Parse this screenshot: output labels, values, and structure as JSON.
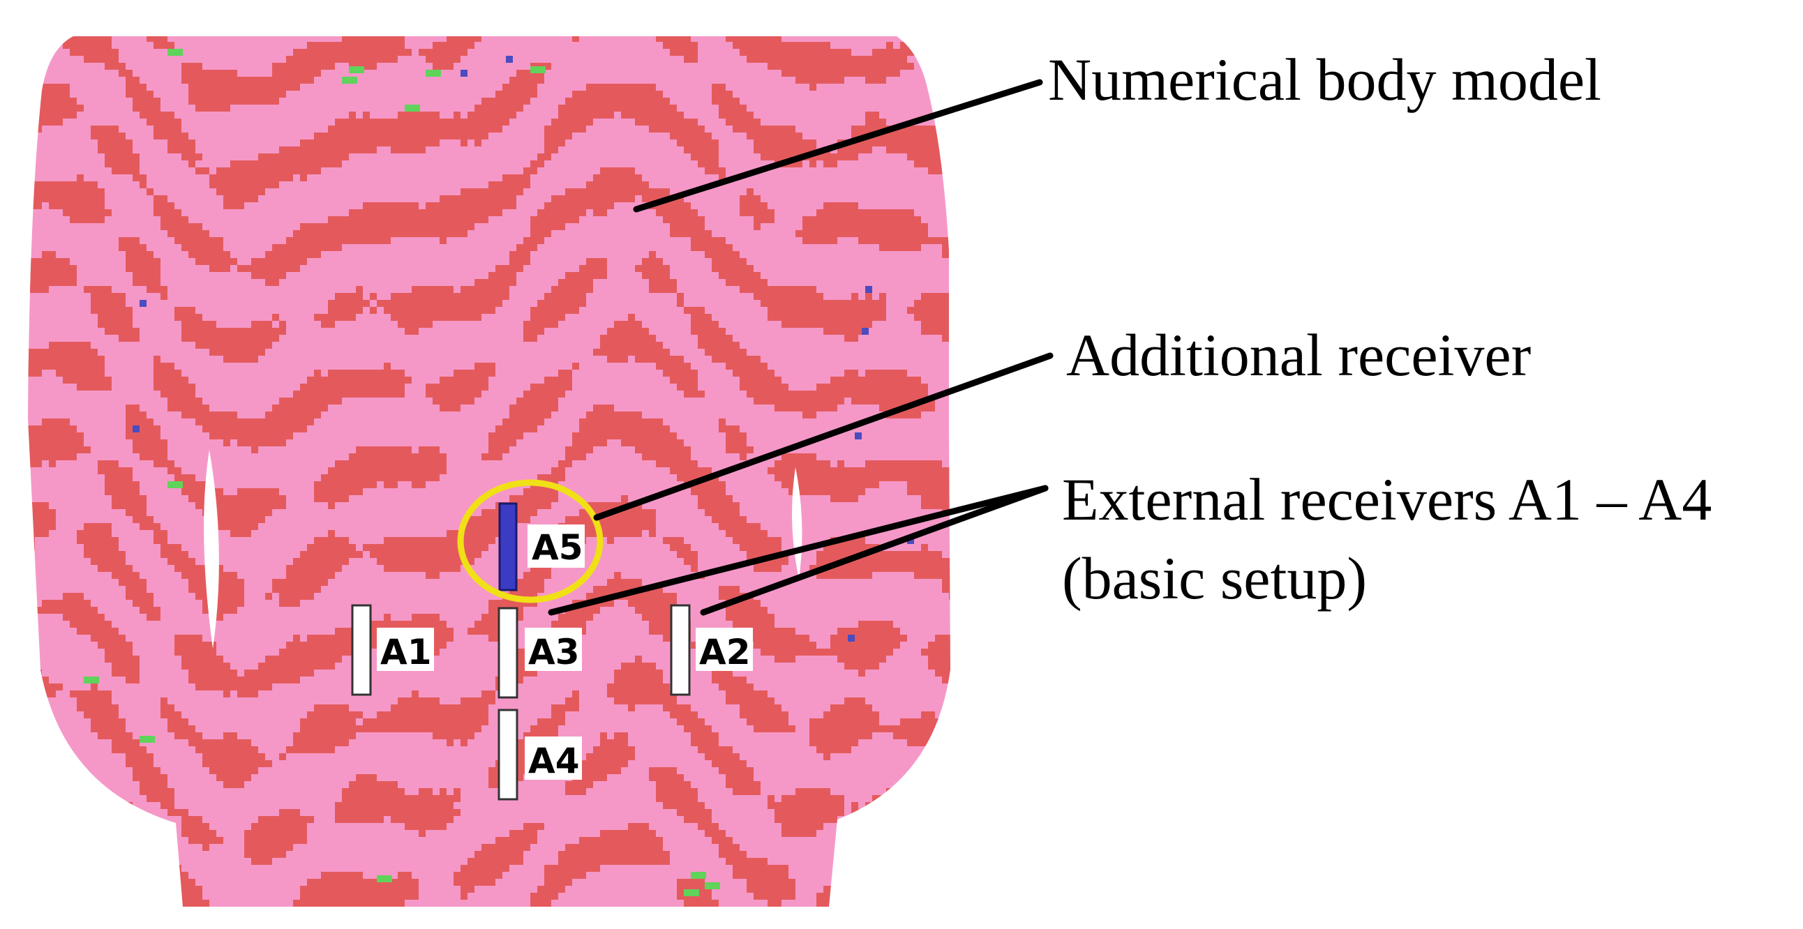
{
  "callouts": {
    "body_model": "Numerical body model",
    "additional_receiver": "Additional receiver",
    "external_receivers_line1": "External receivers A1 – A4",
    "external_receivers_line2": "(basic setup)"
  },
  "receivers": [
    {
      "id": "A1",
      "label": "A1",
      "kind": "external"
    },
    {
      "id": "A2",
      "label": "A2",
      "kind": "external"
    },
    {
      "id": "A3",
      "label": "A3",
      "kind": "external"
    },
    {
      "id": "A4",
      "label": "A4",
      "kind": "external"
    },
    {
      "id": "A5",
      "label": "A5",
      "kind": "additional"
    }
  ],
  "colors": {
    "tissue_light": "#f598c8",
    "tissue_dark": "#e45a5c",
    "speckle_green": "#5fd35a",
    "speckle_blue": "#4a4cc0",
    "receiver_external_fill": "#ffffff",
    "receiver_additional_fill": "#3b3bc4",
    "highlight_ring": "#f0e016",
    "leader_line": "#000000"
  }
}
